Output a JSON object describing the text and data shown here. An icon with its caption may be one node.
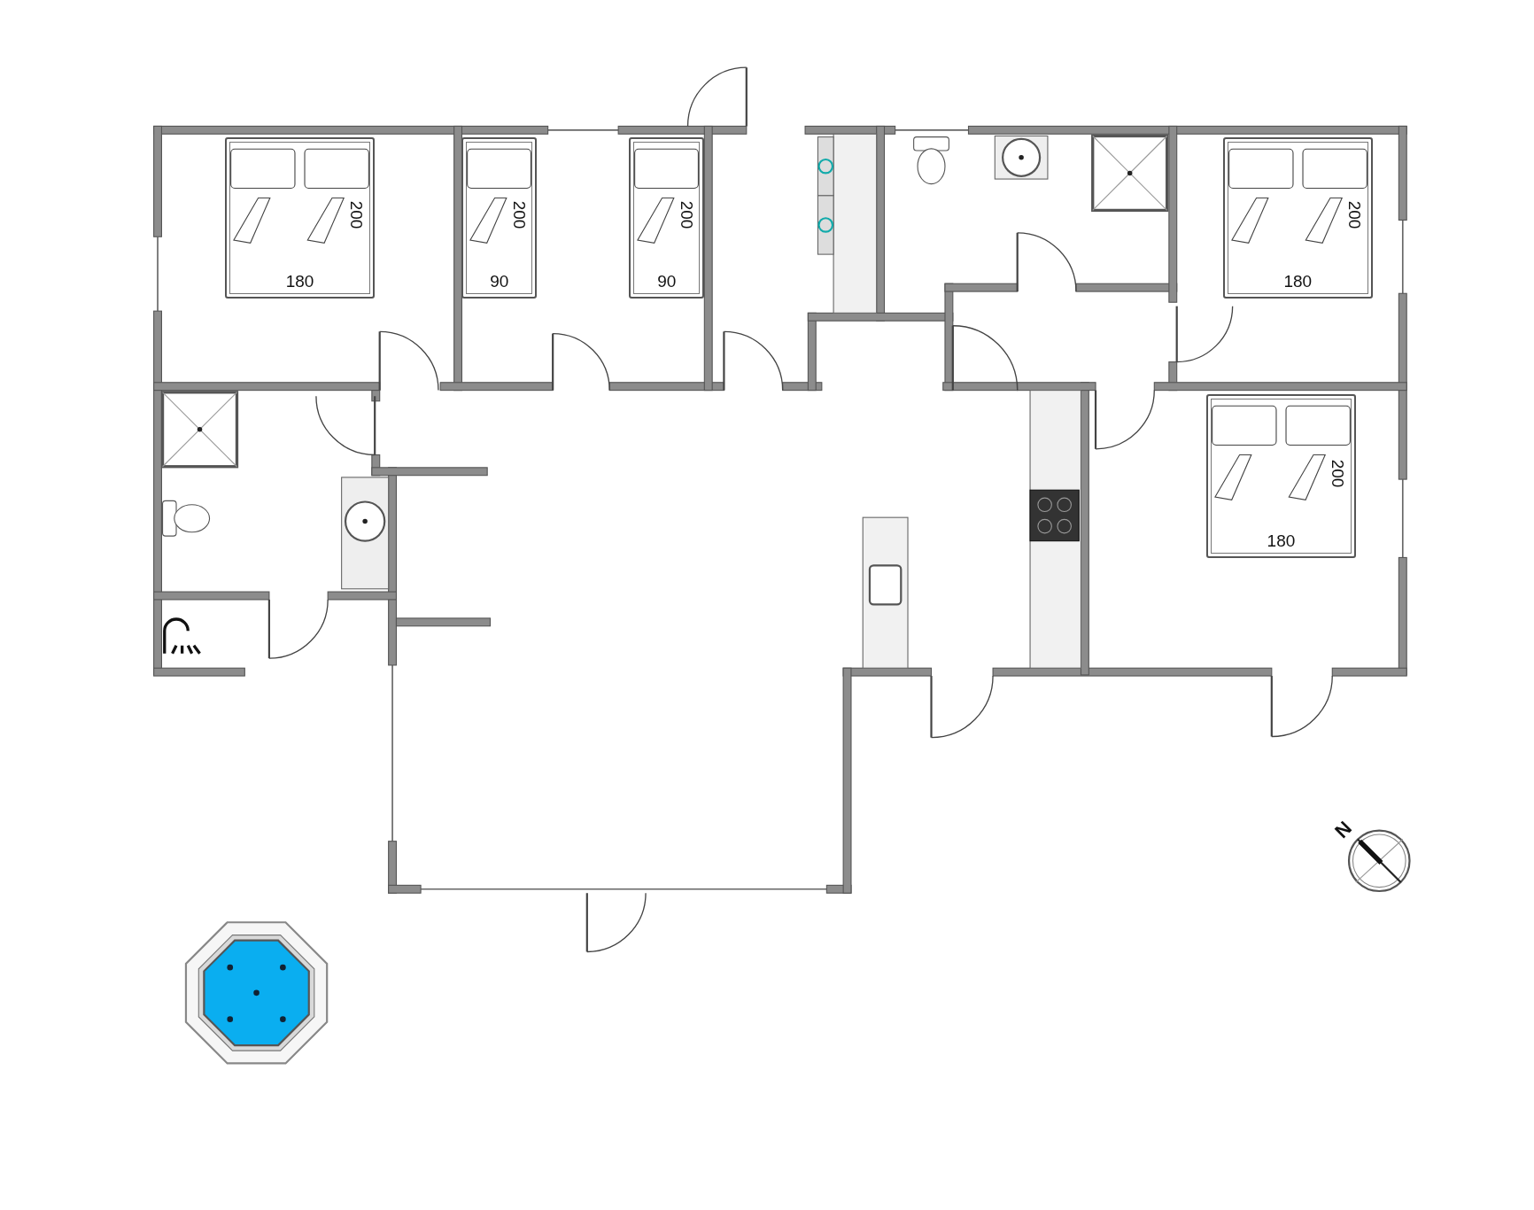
{
  "diagram": {
    "nodes": [
      {
        "text": [
          "200",
          "180"
        ]
      },
      {
        "text": [
          "200",
          "90"
        ]
      },
      {
        "text": [
          "200",
          "90"
        ]
      },
      {
        "text": [
          "200",
          "180"
        ]
      },
      {
        "text": [
          "200",
          "180"
        ]
      }
    ],
    "labels": [
      "N"
    ]
  }
}
